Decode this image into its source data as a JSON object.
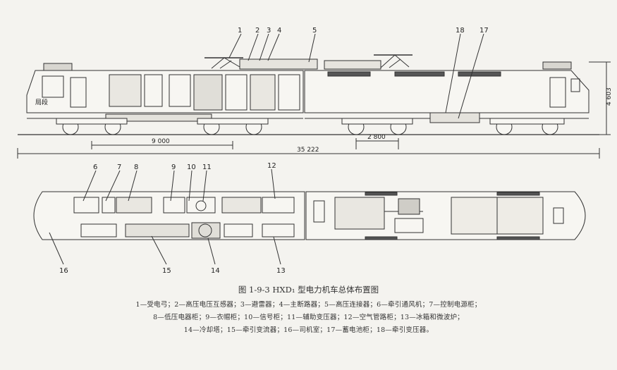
{
  "figure": {
    "caption": "图 1-9-3   HXD₁ 型电力机车总体布置图",
    "legend_lines": [
      "1—受电弓；2—高压电压互感器；3—避雷器；4—主断路器；5—高压连接器；6—牵引通风机；7—控制电源柜；",
      "8—低压电器柜；9—衣帽柜；10—信号柜；11—辅助变压器；12—空气管路柜；13—冰箱和微波炉；",
      "14—冷却塔；15—牵引变流器；16—司机室；17—蓄电池柜；18—牵引变压器。"
    ]
  },
  "side_view": {
    "callouts": [
      "1",
      "2",
      "3",
      "4",
      "5",
      "18",
      "17"
    ],
    "cab_marking": "局段",
    "dimensions": {
      "height": "4 603",
      "bogie_spacing": "9 000",
      "axle_spacing": "2 800",
      "overall_length": "35 222"
    }
  },
  "plan_view": {
    "callouts_top": [
      "6",
      "7",
      "8",
      "9",
      "10",
      "11",
      "12"
    ],
    "callouts_bottom": [
      "16",
      "15",
      "14",
      "13"
    ]
  }
}
